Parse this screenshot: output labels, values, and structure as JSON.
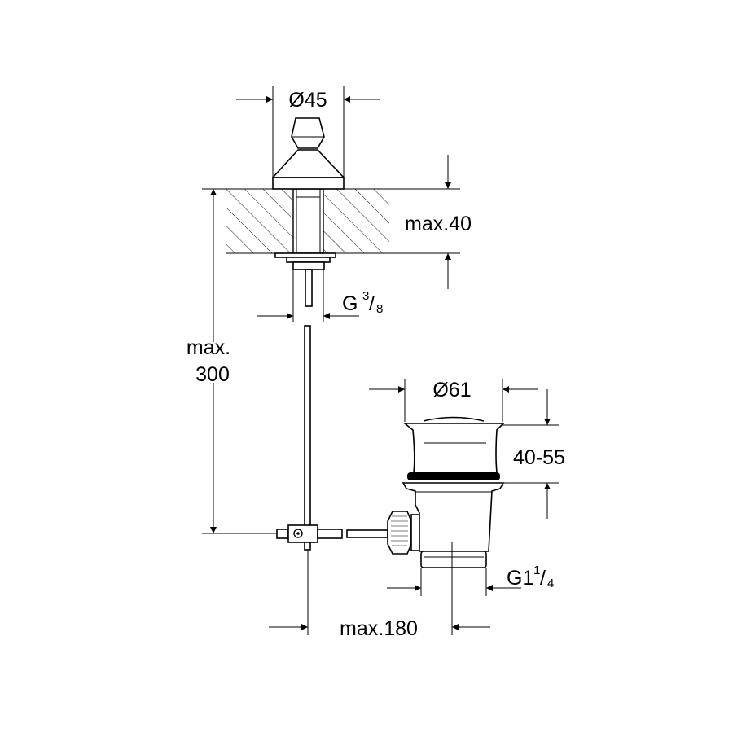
{
  "title": "Drain and pop-up rod dimension drawing",
  "dimensions": {
    "knob_diameter": "Ø45",
    "countertop_thickness": "max.40",
    "rod_thread_main": "G",
    "rod_thread_num": "3",
    "rod_thread_den": "8",
    "rod_length_line1": "max.",
    "rod_length_line2": "300",
    "drain_diameter": "Ø61",
    "drain_height": "40-55",
    "drain_thread_main": "G1",
    "drain_thread_num": "1",
    "drain_thread_den": "4",
    "horizontal_distance": "max.180"
  },
  "colors": {
    "line": "#000000",
    "background": "#ffffff"
  }
}
